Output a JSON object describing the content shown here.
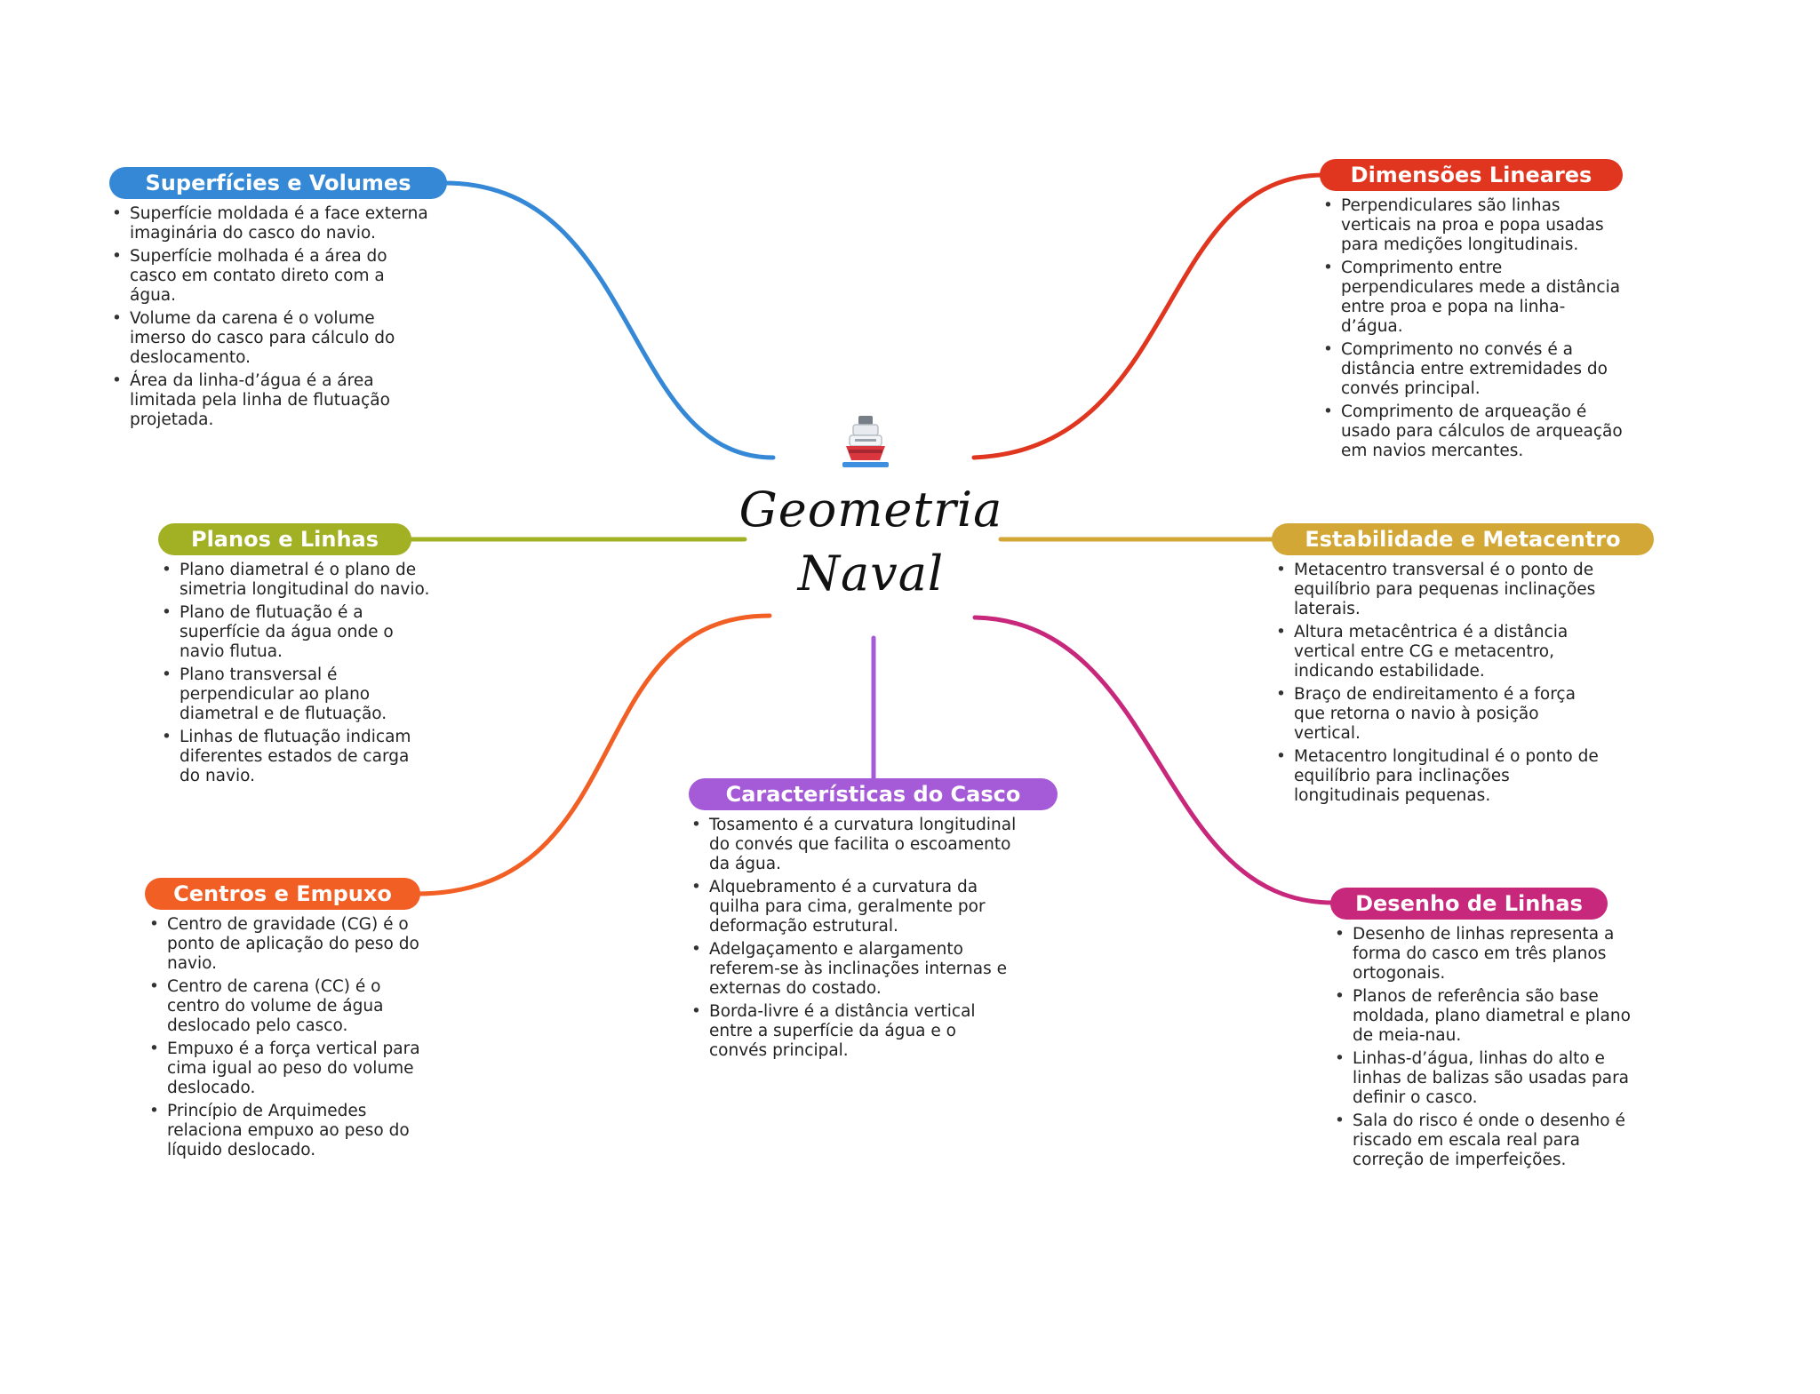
{
  "title": {
    "line1": "Geometria",
    "line2": "Naval"
  },
  "central_icon": "ship-icon",
  "colors": {
    "superficies": "#3588d6",
    "dimensoes": "#e0361f",
    "planos": "#a2b024",
    "estabilidade": "#d2a735",
    "centros": "#f25f25",
    "casco": "#a55bd8",
    "desenho": "#c8287c"
  },
  "branches": {
    "superficies": {
      "label": "Superfícies e Volumes",
      "items": [
        "Superfície moldada é a face externa imaginária do casco do navio.",
        "Superfície molhada é a área do casco em contato direto com a água.",
        "Volume da carena é o volume imerso do casco para cálculo do deslocamento.",
        "Área da linha-d’água é a área limitada pela linha de flutuação projetada."
      ]
    },
    "dimensoes": {
      "label": "Dimensões Lineares",
      "items": [
        "Perpendiculares são linhas verticais na proa e popa usadas para medições longitudinais.",
        "Comprimento entre perpendiculares mede a distância entre proa e popa na linha-d’água.",
        "Comprimento no convés é a distância entre extremidades do convés principal.",
        "Comprimento de arqueação é usado para cálculos de arqueação em navios mercantes."
      ]
    },
    "planos": {
      "label": "Planos e Linhas",
      "items": [
        "Plano diametral é o plano de simetria longitudinal do navio.",
        "Plano de flutuação é a superfície da água onde o navio flutua.",
        "Plano transversal é perpendicular ao plano diametral e de flutuação.",
        "Linhas de flutuação indicam diferentes estados de carga do navio."
      ]
    },
    "estabilidade": {
      "label": "Estabilidade e Metacentro",
      "items": [
        "Metacentro transversal é o ponto de equilíbrio para pequenas inclinações laterais.",
        "Altura metacêntrica é a distância vertical entre CG e metacentro, indicando estabilidade.",
        "Braço de endireitamento é a força que retorna o navio à posição vertical.",
        "Metacentro longitudinal é o ponto de equilíbrio para inclinações longitudinais pequenas."
      ]
    },
    "casco": {
      "label": "Características do Casco",
      "items": [
        "Tosamento é a curvatura longitudinal do convés que facilita o escoamento da água.",
        "Alquebramento é a curvatura da quilha para cima, geralmente por deformação estrutural.",
        "Adelgaçamento e alargamento referem-se às inclinações internas e externas do costado.",
        "Borda-livre é a distância vertical entre a superfície da água e o convés principal."
      ]
    },
    "centros": {
      "label": "Centros e Empuxo",
      "items": [
        "Centro de gravidade (CG) é o ponto de aplicação do peso do navio.",
        "Centro de carena (CC) é o centro do volume de água deslocado pelo casco.",
        "Empuxo é a força vertical para cima igual ao peso do volume deslocado.",
        "Princípio de Arquimedes relaciona empuxo ao peso do líquido deslocado."
      ]
    },
    "desenho": {
      "label": "Desenho de Linhas",
      "items": [
        "Desenho de linhas representa a forma do casco em três planos ortogonais.",
        "Planos de referência são base moldada, plano diametral e plano de meia-nau.",
        "Linhas-d’água, linhas do alto e linhas de balizas são usadas para definir o casco.",
        "Sala do risco é onde o desenho é riscado em escala real para correção de imperfeições."
      ]
    }
  }
}
